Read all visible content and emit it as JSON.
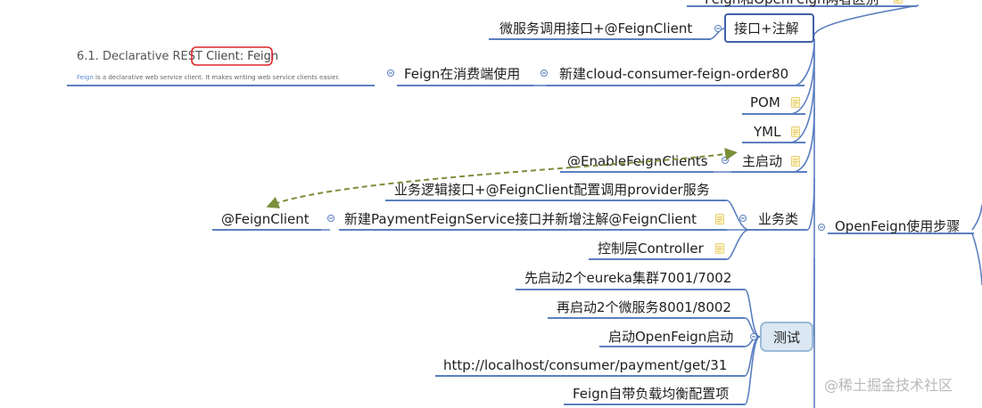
{
  "top_cut_label": "Feign和OpenFeign两者区别",
  "interface": {
    "child": "微服务调用接口+@FeignClient",
    "label": "接口+注解"
  },
  "consumer": {
    "main": "新建cloud-consumer-feign-order80",
    "left": "Feign在消费端使用",
    "doc_title_prefix": "6.1. Declarative REST ",
    "doc_title_highlight": "Client: Feign",
    "doc_body_prefix": "Feign",
    "doc_body_rest": " is a declarative web service client. It makes writing web service clients easier."
  },
  "pom": "POM",
  "yml": "YML",
  "main_start": {
    "label": "主启动",
    "child": "@EnableFeignClients"
  },
  "business": {
    "label": "业务类",
    "top": "业务逻辑接口+@FeignClient配置调用provider服务",
    "service": "新建PaymentFeignService接口并新增注解@FeignClient",
    "left": "@FeignClient",
    "controller": "控制层Controller"
  },
  "root": "OpenFeign使用步骤",
  "test": {
    "label": "测试",
    "items": [
      "先启动2个eureka集群7001/7002",
      "再启动2个微服务8001/8002",
      "启动OpenFeign启动",
      "http://localhost/consumer/payment/get/31",
      "Feign自带负载均衡配置项"
    ]
  },
  "watermark": "@稀土掘金技术社区",
  "colors": {
    "branch": "#5b7fc0",
    "dashed_arrow": "#7a8f3a",
    "highlight_box": "#e0262d",
    "note": "#fff7cc"
  }
}
